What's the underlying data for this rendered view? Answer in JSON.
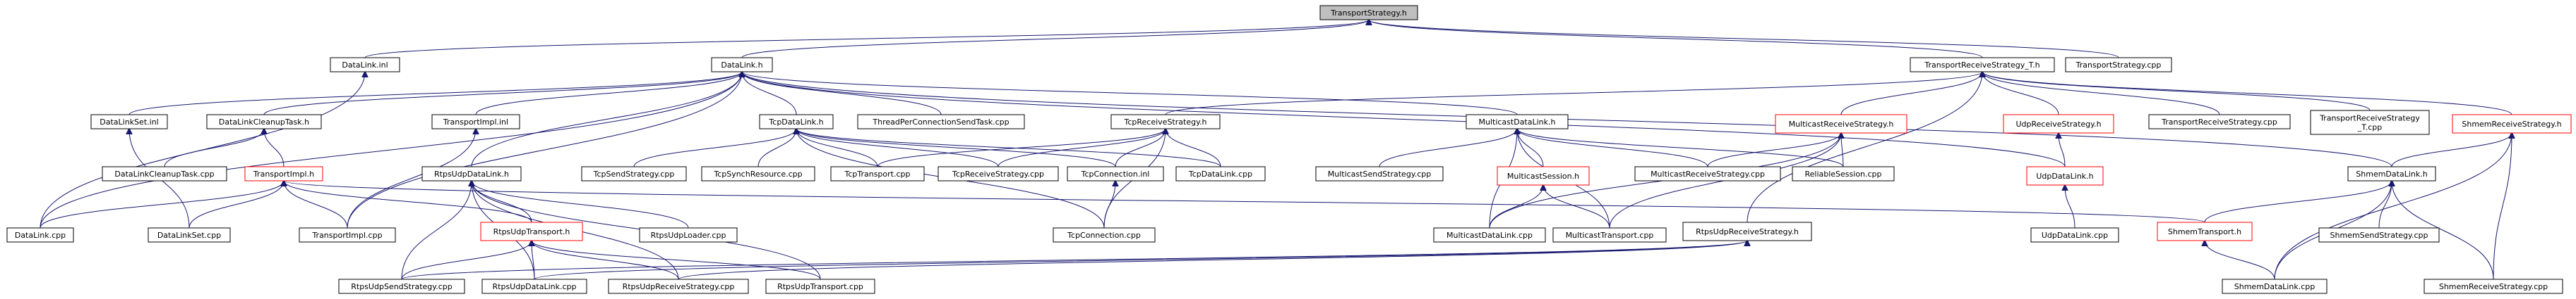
{
  "graph": {
    "colors": {
      "edge": "#191970",
      "node_border": "#000000",
      "node_border_incomplete": "#ff0000",
      "root_fill": "#bfbfbf",
      "node_fill": "#ffffff"
    },
    "nodes": [
      {
        "id": "n_transportstrategy_h",
        "lines": [
          "TransportStrategy.h"
        ],
        "root": true
      },
      {
        "id": "n_datalink_inl",
        "lines": [
          "DataLink.inl"
        ]
      },
      {
        "id": "n_datalink_h",
        "lines": [
          "DataLink.h"
        ]
      },
      {
        "id": "n_transportreceivestrategy_t_h",
        "lines": [
          "TransportReceiveStrategy_T.h"
        ]
      },
      {
        "id": "n_transportstrategy_cpp",
        "lines": [
          "TransportStrategy.cpp"
        ]
      },
      {
        "id": "n_datalinkset_inl",
        "lines": [
          "DataLinkSet.inl"
        ]
      },
      {
        "id": "n_datalinkcleanuptask_h",
        "lines": [
          "DataLinkCleanupTask.h"
        ]
      },
      {
        "id": "n_transportimpl_inl",
        "lines": [
          "TransportImpl.inl"
        ]
      },
      {
        "id": "n_tcpdatalink_h",
        "lines": [
          "TcpDataLink.h"
        ]
      },
      {
        "id": "n_threadperconnectionsendtask_cpp",
        "lines": [
          "ThreadPerConnectionSendTask.cpp"
        ]
      },
      {
        "id": "n_multicastdatalink_h",
        "lines": [
          "MulticastDataLink.h"
        ]
      },
      {
        "id": "n_tcpreceivestrategy_h",
        "lines": [
          "TcpReceiveStrategy.h"
        ]
      },
      {
        "id": "n_multicastreceivestrategy_h",
        "lines": [
          "MulticastReceiveStrategy.h"
        ],
        "red": true
      },
      {
        "id": "n_udpreceivestrategy_h",
        "lines": [
          "UdpReceiveStrategy.h"
        ],
        "red": true
      },
      {
        "id": "n_transportreceivestrategy_cpp",
        "lines": [
          "TransportReceiveStrategy.cpp"
        ]
      },
      {
        "id": "n_transportreceivestrategy_t_cpp",
        "lines": [
          "TransportReceiveStrategy",
          "_T.cpp"
        ]
      },
      {
        "id": "n_shmemreceivestrategy_h",
        "lines": [
          "ShmemReceiveStrategy.h"
        ],
        "red": true
      },
      {
        "id": "n_datalinkcleanuptask_cpp",
        "lines": [
          "DataLinkCleanupTask.cpp"
        ]
      },
      {
        "id": "n_transportimpl_h",
        "lines": [
          "TransportImpl.h"
        ],
        "red": true
      },
      {
        "id": "n_rtpsudpdatalink_h",
        "lines": [
          "RtpsUdpDataLink.h"
        ]
      },
      {
        "id": "n_tcpsendstrategy_cpp",
        "lines": [
          "TcpSendStrategy.cpp"
        ]
      },
      {
        "id": "n_tcpsynchresource_cpp",
        "lines": [
          "TcpSynchResource.cpp"
        ]
      },
      {
        "id": "n_tcptransport_cpp",
        "lines": [
          "TcpTransport.cpp"
        ]
      },
      {
        "id": "n_tcpreceivestrategy_cpp",
        "lines": [
          "TcpReceiveStrategy.cpp"
        ]
      },
      {
        "id": "n_tcpconnection_inl",
        "lines": [
          "TcpConnection.inl"
        ]
      },
      {
        "id": "n_tcpdatalink_cpp",
        "lines": [
          "TcpDataLink.cpp"
        ]
      },
      {
        "id": "n_multicastsendstrategy_cpp",
        "lines": [
          "MulticastSendStrategy.cpp"
        ]
      },
      {
        "id": "n_multicastsession_h",
        "lines": [
          "MulticastSession.h"
        ],
        "red": true
      },
      {
        "id": "n_multicastreceivestrategy_cpp",
        "lines": [
          "MulticastReceiveStrategy.cpp"
        ]
      },
      {
        "id": "n_reliablesession_cpp",
        "lines": [
          "ReliableSession.cpp"
        ]
      },
      {
        "id": "n_udpdatalink_h",
        "lines": [
          "UdpDataLink.h"
        ],
        "red": true
      },
      {
        "id": "n_shmemdatalink_h",
        "lines": [
          "ShmemDataLink.h"
        ]
      },
      {
        "id": "n_datalink_cpp",
        "lines": [
          "DataLink.cpp"
        ]
      },
      {
        "id": "n_datalinkset_cpp",
        "lines": [
          "DataLinkSet.cpp"
        ]
      },
      {
        "id": "n_transportimpl_cpp",
        "lines": [
          "TransportImpl.cpp"
        ]
      },
      {
        "id": "n_rtpsudptransport_h",
        "lines": [
          "RtpsUdpTransport.h"
        ],
        "red": true
      },
      {
        "id": "n_rtpsudploader_cpp",
        "lines": [
          "RtpsUdpLoader.cpp"
        ]
      },
      {
        "id": "n_tcpconnection_cpp",
        "lines": [
          "TcpConnection.cpp"
        ]
      },
      {
        "id": "n_multicastdatalink_cpp",
        "lines": [
          "MulticastDataLink.cpp"
        ]
      },
      {
        "id": "n_multicasttransport_cpp",
        "lines": [
          "MulticastTransport.cpp"
        ]
      },
      {
        "id": "n_rtpsudpreceivestrategy_h",
        "lines": [
          "RtpsUdpReceiveStrategy.h"
        ]
      },
      {
        "id": "n_udpdatalink_cpp",
        "lines": [
          "UdpDataLink.cpp"
        ]
      },
      {
        "id": "n_shmemtransport_h",
        "lines": [
          "ShmemTransport.h"
        ],
        "red": true
      },
      {
        "id": "n_shmemsendstrategy_cpp",
        "lines": [
          "ShmemSendStrategy.cpp"
        ]
      },
      {
        "id": "n_rtpsudpsendstrategy_cpp",
        "lines": [
          "RtpsUdpSendStrategy.cpp"
        ]
      },
      {
        "id": "n_rtpsudpdatalink_cpp",
        "lines": [
          "RtpsUdpDataLink.cpp"
        ]
      },
      {
        "id": "n_rtpsudpreceivestrategy_cpp",
        "lines": [
          "RtpsUdpReceiveStrategy.cpp"
        ]
      },
      {
        "id": "n_rtpsudptransport_cpp",
        "lines": [
          "RtpsUdpTransport.cpp"
        ]
      },
      {
        "id": "n_shmemdatalink_cpp",
        "lines": [
          "ShmemDataLink.cpp"
        ]
      },
      {
        "id": "n_shmemreceivestrategy_cpp",
        "lines": [
          "ShmemReceiveStrategy.cpp"
        ]
      }
    ],
    "edges": [
      [
        "n_transportstrategy_h",
        "n_datalink_inl"
      ],
      [
        "n_transportstrategy_h",
        "n_datalink_h"
      ],
      [
        "n_transportstrategy_h",
        "n_transportreceivestrategy_t_h"
      ],
      [
        "n_transportstrategy_h",
        "n_transportstrategy_cpp"
      ],
      [
        "n_datalink_inl",
        "n_datalink_cpp"
      ],
      [
        "n_datalink_h",
        "n_datalinkset_inl"
      ],
      [
        "n_datalink_h",
        "n_datalinkcleanuptask_h"
      ],
      [
        "n_datalink_h",
        "n_transportimpl_inl"
      ],
      [
        "n_datalink_h",
        "n_tcpdatalink_h"
      ],
      [
        "n_datalink_h",
        "n_threadperconnectionsendtask_cpp"
      ],
      [
        "n_datalink_h",
        "n_multicastdatalink_h"
      ],
      [
        "n_datalink_h",
        "n_rtpsudpdatalink_h"
      ],
      [
        "n_datalink_h",
        "n_udpdatalink_h"
      ],
      [
        "n_datalink_h",
        "n_shmemdatalink_h"
      ],
      [
        "n_datalink_h",
        "n_datalink_cpp"
      ],
      [
        "n_datalink_h",
        "n_transportimpl_cpp"
      ],
      [
        "n_transportreceivestrategy_t_h",
        "n_tcpreceivestrategy_h"
      ],
      [
        "n_transportreceivestrategy_t_h",
        "n_multicastreceivestrategy_h"
      ],
      [
        "n_transportreceivestrategy_t_h",
        "n_udpreceivestrategy_h"
      ],
      [
        "n_transportreceivestrategy_t_h",
        "n_transportreceivestrategy_cpp"
      ],
      [
        "n_transportreceivestrategy_t_h",
        "n_transportreceivestrategy_t_cpp"
      ],
      [
        "n_transportreceivestrategy_t_h",
        "n_shmemreceivestrategy_h"
      ],
      [
        "n_transportreceivestrategy_t_h",
        "n_rtpsudpreceivestrategy_h"
      ],
      [
        "n_datalinkset_inl",
        "n_datalinkset_cpp"
      ],
      [
        "n_datalinkcleanuptask_h",
        "n_datalinkcleanuptask_cpp"
      ],
      [
        "n_datalinkcleanuptask_h",
        "n_transportimpl_h"
      ],
      [
        "n_transportimpl_inl",
        "n_transportimpl_cpp"
      ],
      [
        "n_transportimpl_h",
        "n_datalink_cpp"
      ],
      [
        "n_transportimpl_h",
        "n_datalinkset_cpp"
      ],
      [
        "n_transportimpl_h",
        "n_transportimpl_cpp"
      ],
      [
        "n_transportimpl_h",
        "n_rtpsudptransport_h"
      ],
      [
        "n_transportimpl_h",
        "n_shmemtransport_h"
      ],
      [
        "n_tcpdatalink_h",
        "n_tcpsendstrategy_cpp"
      ],
      [
        "n_tcpdatalink_h",
        "n_tcpsynchresource_cpp"
      ],
      [
        "n_tcpdatalink_h",
        "n_tcptransport_cpp"
      ],
      [
        "n_tcpdatalink_h",
        "n_tcpreceivestrategy_cpp"
      ],
      [
        "n_tcpdatalink_h",
        "n_tcpconnection_inl"
      ],
      [
        "n_tcpdatalink_h",
        "n_tcpdatalink_cpp"
      ],
      [
        "n_tcpdatalink_h",
        "n_tcpconnection_cpp"
      ],
      [
        "n_tcpreceivestrategy_h",
        "n_tcptransport_cpp"
      ],
      [
        "n_tcpreceivestrategy_h",
        "n_tcpreceivestrategy_cpp"
      ],
      [
        "n_tcpreceivestrategy_h",
        "n_tcpconnection_inl"
      ],
      [
        "n_tcpreceivestrategy_h",
        "n_tcpdatalink_cpp"
      ],
      [
        "n_tcpreceivestrategy_h",
        "n_tcpconnection_cpp"
      ],
      [
        "n_tcpconnection_inl",
        "n_tcpconnection_cpp"
      ],
      [
        "n_multicastdatalink_h",
        "n_multicastsendstrategy_cpp"
      ],
      [
        "n_multicastdatalink_h",
        "n_multicastsession_h"
      ],
      [
        "n_multicastdatalink_h",
        "n_multicastreceivestrategy_cpp"
      ],
      [
        "n_multicastdatalink_h",
        "n_reliablesession_cpp"
      ],
      [
        "n_multicastdatalink_h",
        "n_multicastdatalink_cpp"
      ],
      [
        "n_multicastdatalink_h",
        "n_multicasttransport_cpp"
      ],
      [
        "n_multicastsession_h",
        "n_multicastdatalink_cpp"
      ],
      [
        "n_multicastsession_h",
        "n_multicasttransport_cpp"
      ],
      [
        "n_multicastreceivestrategy_h",
        "n_multicastreceivestrategy_cpp"
      ],
      [
        "n_multicastreceivestrategy_h",
        "n_reliablesession_cpp"
      ],
      [
        "n_multicastreceivestrategy_h",
        "n_multicastdatalink_cpp"
      ],
      [
        "n_multicastreceivestrategy_h",
        "n_multicasttransport_cpp"
      ],
      [
        "n_udpreceivestrategy_h",
        "n_udpdatalink_h"
      ],
      [
        "n_udpdatalink_h",
        "n_udpdatalink_cpp"
      ],
      [
        "n_shmemreceivestrategy_h",
        "n_shmemdatalink_h"
      ],
      [
        "n_shmemreceivestrategy_h",
        "n_shmemdatalink_cpp"
      ],
      [
        "n_shmemreceivestrategy_h",
        "n_shmemreceivestrategy_cpp"
      ],
      [
        "n_shmemdatalink_h",
        "n_shmemtransport_h"
      ],
      [
        "n_shmemdatalink_h",
        "n_shmemsendstrategy_cpp"
      ],
      [
        "n_shmemdatalink_h",
        "n_shmemdatalink_cpp"
      ],
      [
        "n_shmemdatalink_h",
        "n_shmemreceivestrategy_cpp"
      ],
      [
        "n_shmemtransport_h",
        "n_shmemdatalink_cpp"
      ],
      [
        "n_rtpsudpdatalink_h",
        "n_rtpsudptransport_h"
      ],
      [
        "n_rtpsudpdatalink_h",
        "n_rtpsudploader_cpp"
      ],
      [
        "n_rtpsudpdatalink_h",
        "n_rtpsudpsendstrategy_cpp"
      ],
      [
        "n_rtpsudpdatalink_h",
        "n_rtpsudpdatalink_cpp"
      ],
      [
        "n_rtpsudpdatalink_h",
        "n_rtpsudpreceivestrategy_cpp"
      ],
      [
        "n_rtpsudpdatalink_h",
        "n_rtpsudptransport_cpp"
      ],
      [
        "n_rtpsudptransport_h",
        "n_rtpsudpsendstrategy_cpp"
      ],
      [
        "n_rtpsudptransport_h",
        "n_rtpsudpdatalink_cpp"
      ],
      [
        "n_rtpsudptransport_h",
        "n_rtpsudpreceivestrategy_cpp"
      ],
      [
        "n_rtpsudptransport_h",
        "n_rtpsudptransport_cpp"
      ],
      [
        "n_rtpsudpreceivestrategy_h",
        "n_rtpsudpsendstrategy_cpp"
      ],
      [
        "n_rtpsudpreceivestrategy_h",
        "n_rtpsudpdatalink_cpp"
      ],
      [
        "n_rtpsudpreceivestrategy_h",
        "n_rtpsudpreceivestrategy_cpp"
      ]
    ]
  }
}
